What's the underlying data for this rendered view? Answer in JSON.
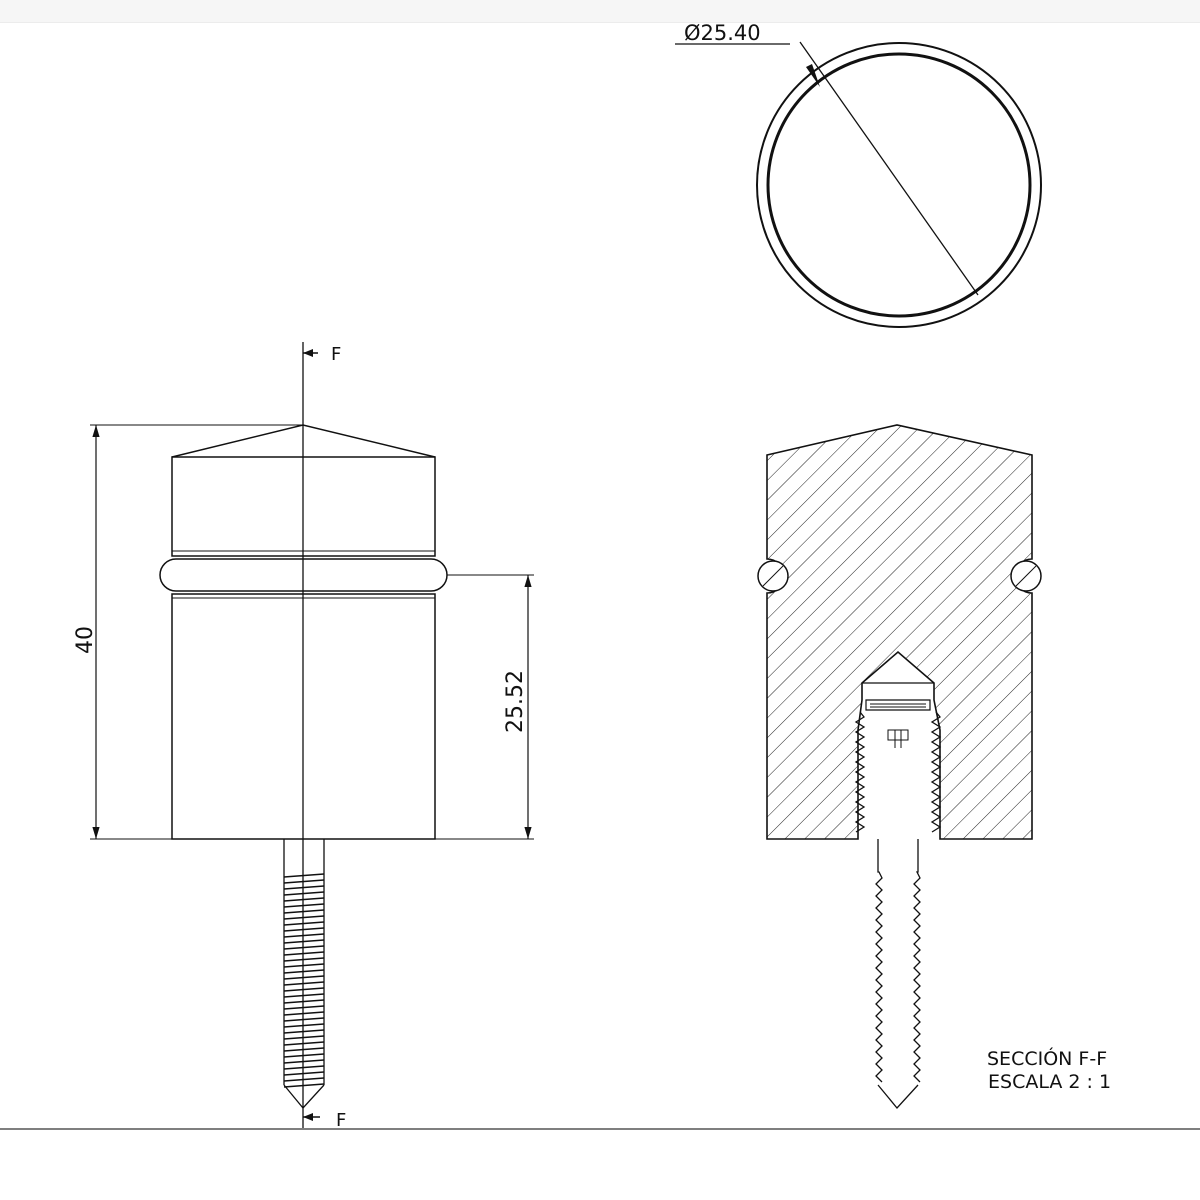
{
  "drawing": {
    "diameter_label": "Ø25.40",
    "height_label": "40",
    "groove_height_label": "25.52",
    "section_marker_top": "F",
    "section_marker_bottom": "F",
    "section_title": "SECCIÓN F-F",
    "section_scale": "ESCALA 2 : 1"
  },
  "colors": {
    "line": "#111111",
    "background": "#ffffff"
  }
}
